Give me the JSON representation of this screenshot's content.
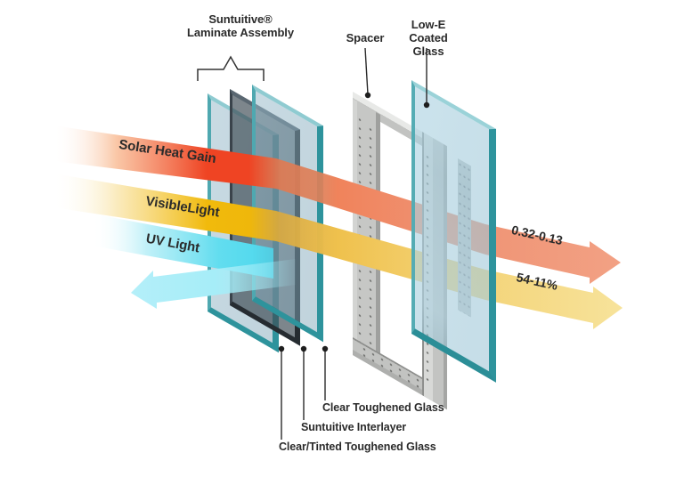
{
  "diagram": {
    "labels": {
      "laminate_line1": "Suntuitive®",
      "laminate_line2": "Laminate Assembly",
      "spacer": "Spacer",
      "low_e_line1": "Low-E Coated",
      "low_e_line2": "Glass",
      "clear_toughened": "Clear Toughened Glass",
      "interlayer": "Suntuitive Interlayer",
      "clear_tinted": "Clear/Tinted Toughened Glass"
    },
    "bands": {
      "solar": {
        "label": "Solar Heat Gain",
        "output_value": "0.32-0.13",
        "color": "#EF4423",
        "output_color": "#F2A184"
      },
      "visible": {
        "label": "VisibleLight",
        "output_value": "54-11%",
        "color": "#EFB70B",
        "output_color": "#F7E39B"
      },
      "uv": {
        "label": "UV Light",
        "color": "#55DAEE",
        "reflected_color": "#A6EDF8"
      }
    },
    "colors": {
      "glass_edge": "#2E939C",
      "glass_face": "#A9C8D6",
      "interlayer_face": "#4A5761",
      "spacer_gray": "#C6C7C5",
      "text": "#2B2B2B",
      "background": "#FFFFFF"
    }
  }
}
